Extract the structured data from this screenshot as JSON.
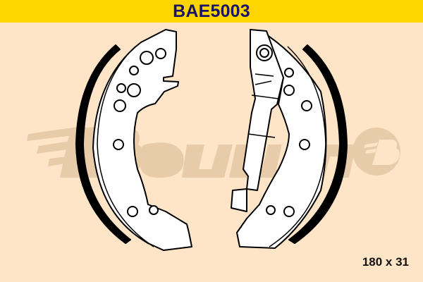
{
  "header": {
    "part_number": "BAE5003",
    "background_color": "#FFD500",
    "text_color": "#1A1464"
  },
  "watermark": {
    "brand": "Barum",
    "logo_letter": "B",
    "color": "#E8CCAA"
  },
  "drawing": {
    "subject": "brake shoe set (pair)",
    "shoes": [
      {
        "side": "left",
        "lining_color": "#000000",
        "fill": "#FFFFFF"
      },
      {
        "side": "right",
        "lining_color": "#000000",
        "fill": "#FFFFFF",
        "has_handbrake_lever": true
      }
    ]
  },
  "dimension": {
    "label": "180 x 31"
  },
  "colors": {
    "page_background": "#FFE5C8"
  }
}
